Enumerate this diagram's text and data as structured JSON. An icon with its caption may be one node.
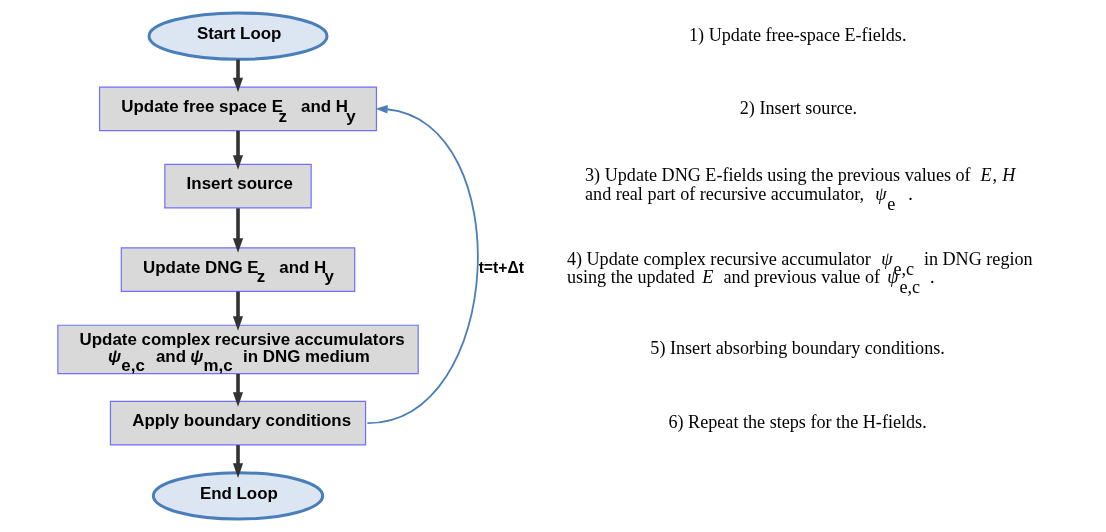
{
  "diagram": {
    "nodes": [
      {
        "text": [
          "Start Loop"
        ]
      },
      {
        "text": [
          "Update free space E$_{z}$ and H$_{y}$"
        ]
      },
      {
        "text": [
          "Insert source"
        ]
      },
      {
        "text": [
          "Update DNG E$_{z}$ and H$_{y}$"
        ]
      },
      {
        "text": [
          "Update complex recursive accumulators *ψ*$_{e,c}$ and *ψ*$_{m,c}$ in DNG medium"
        ]
      },
      {
        "text": [
          "Apply boundary conditions"
        ]
      },
      {
        "text": [
          "End Loop"
        ]
      }
    ],
    "edges": [
      {
        "from": 0,
        "to": 1,
        "arrow": "to"
      },
      {
        "from": 1,
        "to": 2,
        "arrow": "to"
      },
      {
        "from": 2,
        "to": 3,
        "arrow": "to"
      },
      {
        "from": 3,
        "to": 4,
        "arrow": "to"
      },
      {
        "from": 4,
        "to": 5,
        "arrow": "to"
      },
      {
        "from": 5,
        "to": 6,
        "arrow": "to"
      },
      {
        "from": 5,
        "to": 1,
        "arrow": "to",
        "label": "t=t+Δt",
        "color": "#4a7ebb"
      }
    ],
    "labels": [
      "1) Update free-space E-fields.",
      "2) Insert source.",
      "3) Update DNG E-fields using the previous values of *E*, *H* and real part of recursive accumulator, *ψ*$_{e}$ .",
      "4) Update complex recursive accumulator *ψ*$_{e,c}$ in DNG region using the updated *E* and previous value of *ψ*$_{e,c}$ .",
      "5) Insert absorbing boundary conditions.",
      "6) Repeat the steps for the H-fields."
    ]
  }
}
